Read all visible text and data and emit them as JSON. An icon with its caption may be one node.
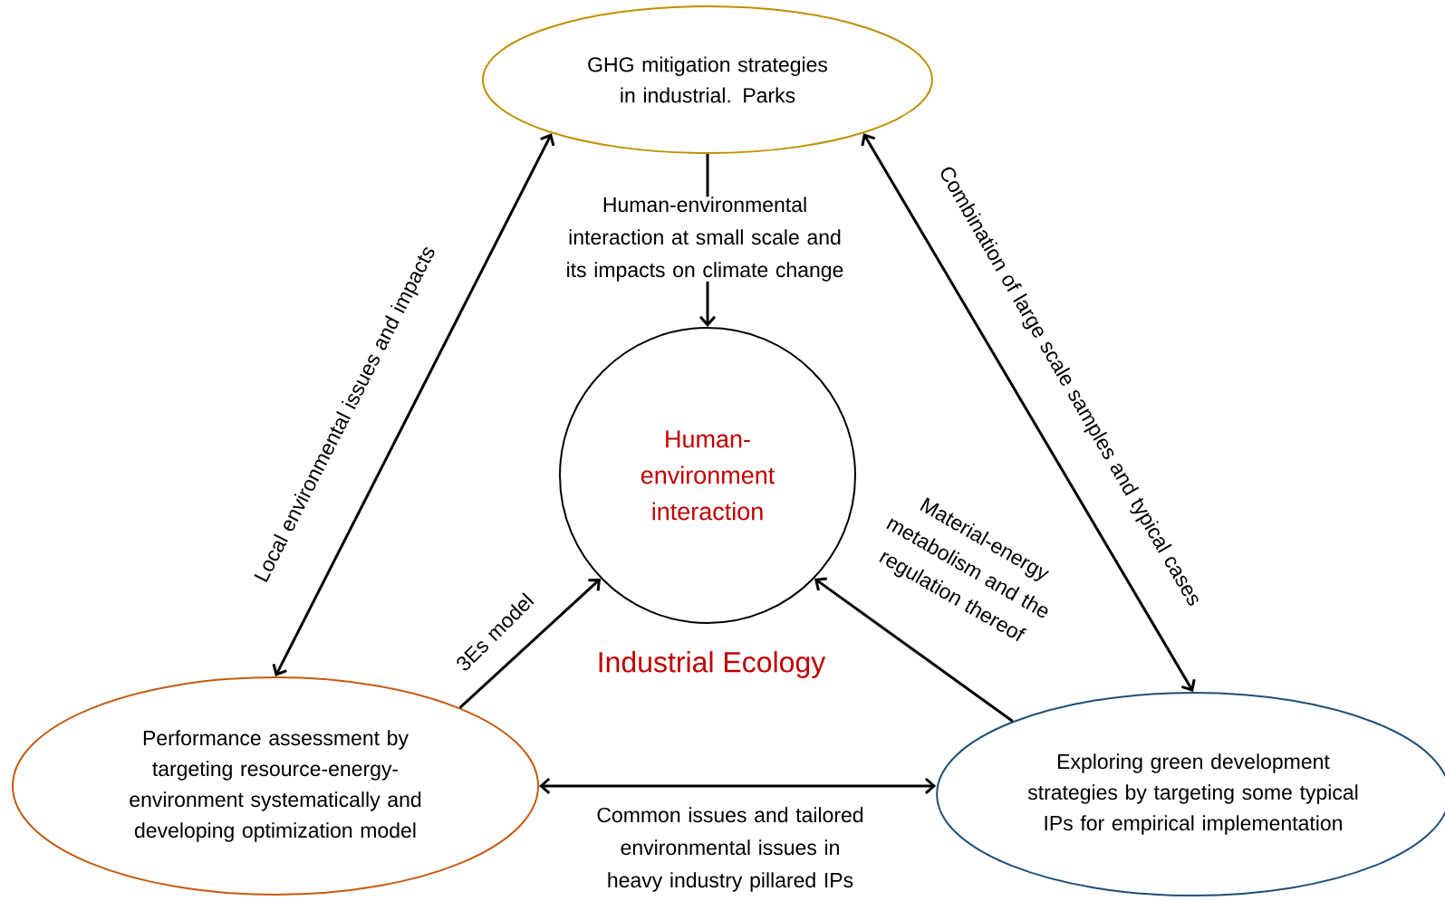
{
  "diagram": {
    "nodes": [
      {
        "text": [
          "GHG mitigation strategies in industrial. Parks"
        ]
      },
      {
        "text": [
          "Human-environment interaction"
        ]
      },
      {
        "text": [
          "Performance assessment by targeting resource-energy-environment systematically and developing  optimization model"
        ]
      },
      {
        "text": [
          "Exploring green development strategies by targeting some typical IPs for empirical implementation"
        ]
      }
    ],
    "edges": [
      {
        "from": 0,
        "to": 1,
        "arrow": "to",
        "label": "Human-environmental interaction at small scale and its impacts on climate change"
      },
      {
        "from": 0,
        "to": 2,
        "arrow": "both",
        "label": "Local environmental issues and impacts"
      },
      {
        "from": 0,
        "to": 3,
        "arrow": "both",
        "label": "Combination of large scale samples and typical cases"
      },
      {
        "from": 2,
        "to": 1,
        "arrow": "to",
        "label": "3Es model"
      },
      {
        "from": 3,
        "to": 1,
        "arrow": "to",
        "label": "Material-energy metabolism and the regulation thereof"
      },
      {
        "from": 2,
        "to": 3,
        "arrow": "both",
        "label": "Common  issues and tailored environmental issues in heavy industry pillared IPs"
      }
    ],
    "labels": [
      "Industrial Ecology"
    ]
  }
}
